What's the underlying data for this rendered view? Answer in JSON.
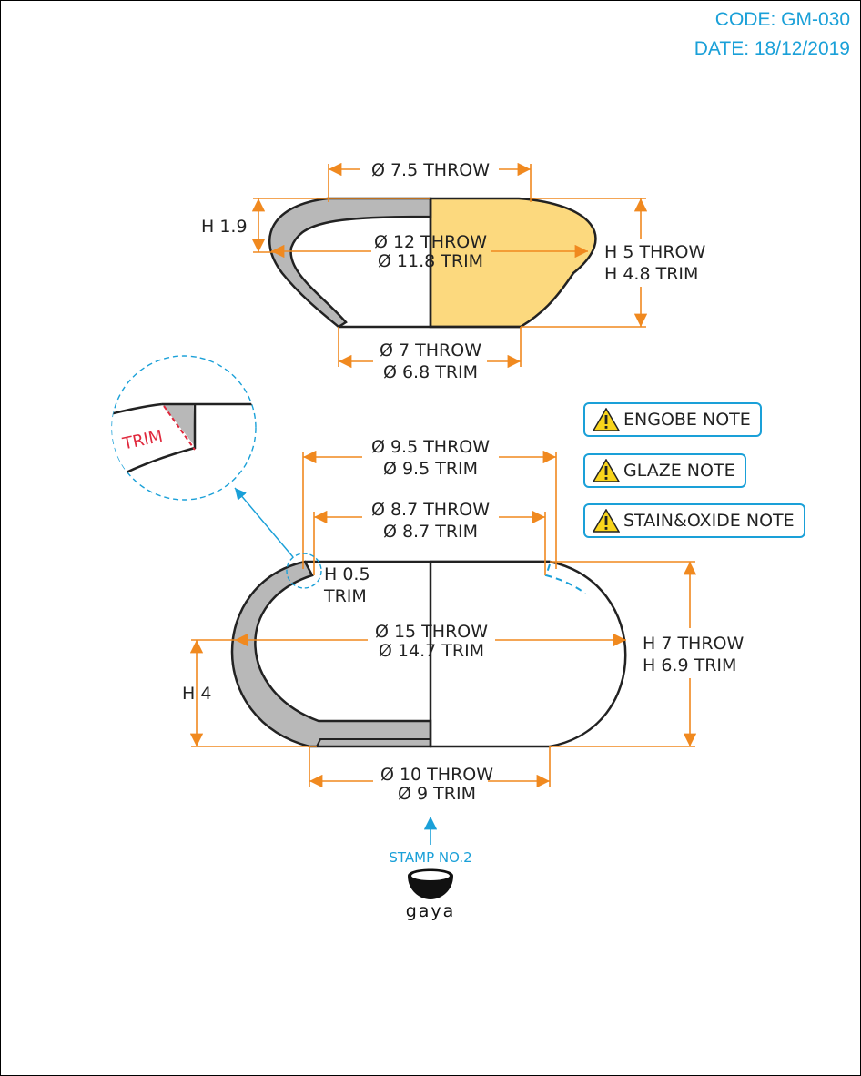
{
  "header": {
    "code": "CODE: GM-030",
    "date": "DATE: 18/12/2019"
  },
  "top_piece": {
    "rim_diameter": "Ø 7.5 THROW",
    "rim_height": "H 1.9",
    "max_diameter_throw": "Ø 12 THROW",
    "max_diameter_trim": "Ø 11.8 TRIM",
    "height_throw": "H 5 THROW",
    "height_trim": "H 4.8 TRIM",
    "base_diameter_throw": "Ø 7 THROW",
    "base_diameter_trim": "Ø 6.8 TRIM",
    "fill_color": "#fcd97e"
  },
  "bottom_piece": {
    "outer_rim_throw": "Ø 9.5 THROW",
    "outer_rim_trim": "Ø 9.5 TRIM",
    "inner_rim_throw": "Ø 8.7 THROW",
    "inner_rim_trim": "Ø 8.7 TRIM",
    "lip_height": "H 0.5",
    "lip_trim": "TRIM",
    "max_diameter_throw": "Ø 15 THROW",
    "max_diameter_trim": "Ø 14.7 TRIM",
    "height_throw": "H 7 THROW",
    "height_trim": "H 6.9 TRIM",
    "inner_height": "H 4",
    "foot_diameter_throw": "Ø 10 THROW",
    "foot_diameter_trim": "Ø 9 TRIM"
  },
  "detail": {
    "trim_label": "TRIM"
  },
  "stamp": {
    "label": "STAMP NO.2",
    "logo_text": "gaya"
  },
  "notes": [
    {
      "label": "ENGOBE NOTE"
    },
    {
      "label": "GLAZE NOTE"
    },
    {
      "label": "STAIN&OXIDE NOTE"
    }
  ],
  "colors": {
    "dimension": "#f0891f",
    "accent": "#1aa0d8",
    "section": "#b8b8b8",
    "trim_mark": "#e0283c"
  }
}
